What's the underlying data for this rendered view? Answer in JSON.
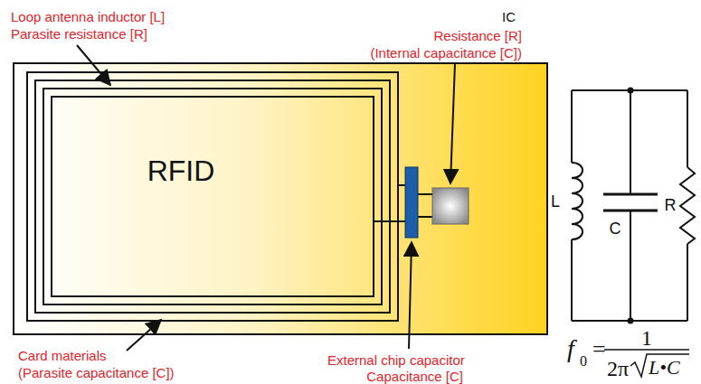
{
  "diagram": {
    "nodes": [
      {
        "text": [
          "RFID"
        ]
      }
    ],
    "labels": [
      "Loop antenna inductor [L]",
      "Parasite resistance [R]",
      "IC",
      "Resistance [R]",
      "(Internal capacitance [C])",
      "Card materials",
      "(Parasite capacitance [C])",
      "External chip capacitor",
      "Capacitance [C]",
      "L",
      "C",
      "R",
      "f",
      "0",
      "=",
      "1",
      "2π",
      "L•C"
    ]
  }
}
